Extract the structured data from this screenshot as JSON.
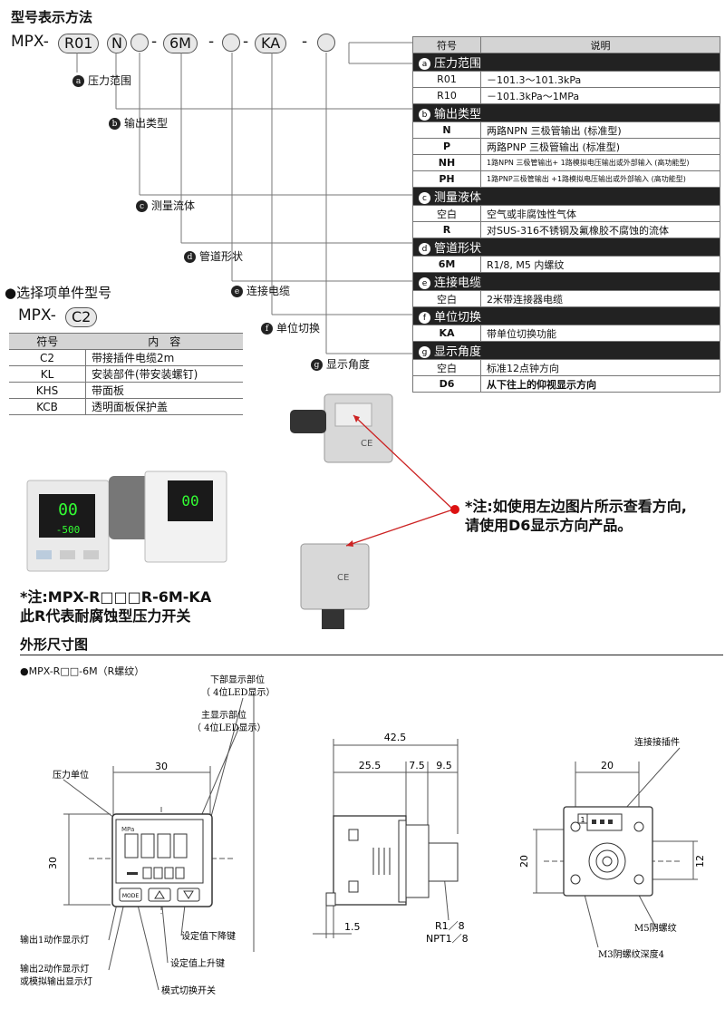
{
  "model": {
    "title": "型号表示方法",
    "prefix": "MPX-",
    "r01": "R01",
    "n": "N",
    "m6": "6M",
    "ka": "KA",
    "dash": "-"
  },
  "labels": [
    {
      "letter": "a",
      "text": "压力范围"
    },
    {
      "letter": "b",
      "text": "输出类型"
    },
    {
      "letter": "c",
      "text": "测量流体"
    },
    {
      "letter": "d",
      "text": "管道形状"
    },
    {
      "letter": "e",
      "text": "连接电缆"
    },
    {
      "letter": "f",
      "text": "单位切换"
    },
    {
      "letter": "g",
      "text": "显示角度"
    }
  ],
  "spec": {
    "head": [
      "符号",
      "说明"
    ],
    "sections": [
      {
        "letter": "a",
        "title": "压力范围",
        "rows": [
          [
            "R01",
            "－101.3～101.3kPa"
          ],
          [
            "R10",
            "－101.3kPa～1MPa"
          ]
        ]
      },
      {
        "letter": "b",
        "title": "输出类型",
        "rows": [
          [
            "N",
            "两路NPN 三极管输出 (标准型)"
          ],
          [
            "P",
            "两路PNP 三极管输出 (标准型)"
          ],
          [
            "NH",
            "1路NPN 三极管输出+ 1路模拟电压输出或外部输入 (高功能型)"
          ],
          [
            "PH",
            "1路PNP三极管输出 +1路模拟电压输出或外部输入 (高功能型)"
          ]
        ]
      },
      {
        "letter": "c",
        "title": "测量液体",
        "rows": [
          [
            "空白",
            "空气或非腐蚀性气体"
          ],
          [
            "R",
            "对SUS-316不锈钢及氟橡胶不腐蚀的流体"
          ]
        ]
      },
      {
        "letter": "d",
        "title": "管道形状",
        "rows": [
          [
            "6M",
            "R1/8, M5 内螺纹"
          ]
        ]
      },
      {
        "letter": "e",
        "title": "连接电缆",
        "rows": [
          [
            "空白",
            "2米带连接器电缆"
          ]
        ]
      },
      {
        "letter": "f",
        "title": "单位切换",
        "rows": [
          [
            "KA",
            "带单位切换功能"
          ]
        ]
      },
      {
        "letter": "g",
        "title": "显示角度",
        "rows": [
          [
            "空白",
            "标准12点钟方向"
          ],
          [
            "D6",
            "从下往上的仰视显示方向"
          ]
        ]
      }
    ]
  },
  "option": {
    "title": "●选择项单件型号",
    "prefix": "MPX-",
    "code": "C2",
    "head": [
      "符号",
      "内　容"
    ],
    "rows": [
      [
        "C2",
        "带接插件电缆2m"
      ],
      [
        "KL",
        "安装部件(带安装螺钉)"
      ],
      [
        "KHS",
        "带面板"
      ],
      [
        "KCB",
        "透明面板保护盖"
      ]
    ]
  },
  "notes": {
    "view": [
      "*注:如使用左边图片所示查看方向,",
      "请使用D6显示方向产品。"
    ],
    "corr": [
      "*注:MPX-R□□□R-6M-KA",
      "此R代表耐腐蚀型压力开关"
    ]
  },
  "photo": {
    "reading_top": "00",
    "reading_bottom": "-500"
  },
  "dims": {
    "title": "外形尺寸图",
    "sub": "●MPX-R□□-6M（R螺纹）",
    "front": {
      "w": "30",
      "h": "30",
      "lbl_lower": "下部显示部位",
      "lbl_lower2": "（ 4位LED显示）",
      "lbl_main": "主显示部位",
      "lbl_main2": "（ 4位LED显示）",
      "lbl_unit": "压力单位",
      "lbl_out1": "输出1动作显示灯",
      "lbl_out2": "输出2动作显示灯",
      "lbl_out2b": "或模拟输出显示灯",
      "lbl_down": "设定值下降键",
      "lbl_up": "设定值上升键",
      "lbl_mode": "模式切换开关",
      "unit": "MPa",
      "mode": "MODE"
    },
    "side": {
      "total": "42.5",
      "a": "25.5",
      "b": "7.5",
      "c": "9.5",
      "d": "1.5",
      "thread1": "R1／8",
      "thread2": "NPT1／8"
    },
    "back": {
      "connector": "连接接插件",
      "w": "20",
      "h": "20",
      "h2": "12",
      "m5": "M5阴螺纹",
      "m3": "M3阴螺纹深度4",
      "pin": "1"
    }
  }
}
